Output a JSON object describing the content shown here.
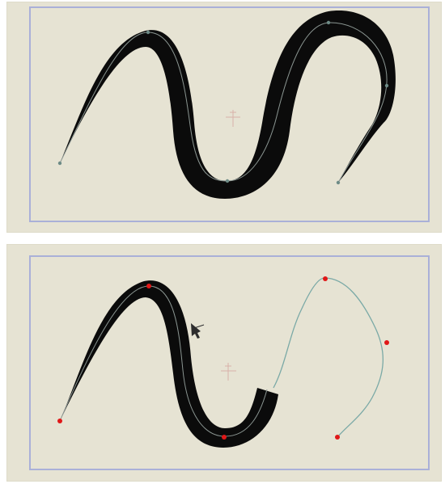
{
  "icons": {
    "center_marker": "crosshair-icon",
    "cursor": "brush-cursor-icon",
    "vertex": "anchor-point-icon"
  },
  "colors": {
    "canvas_background": "#e6e3d3",
    "frame_border": "#aab0d8",
    "brush_stroke": "#0b0b0b",
    "control_point_selected": "#e01818",
    "control_point": "#6d8b86",
    "path_line": "#7aa9a6"
  },
  "panels": [
    {
      "id": "before",
      "stroke_state": "fully-painted",
      "control_points_visible": 5
    },
    {
      "id": "after",
      "stroke_state": "partially-painted",
      "control_points_visible": 5
    }
  ]
}
